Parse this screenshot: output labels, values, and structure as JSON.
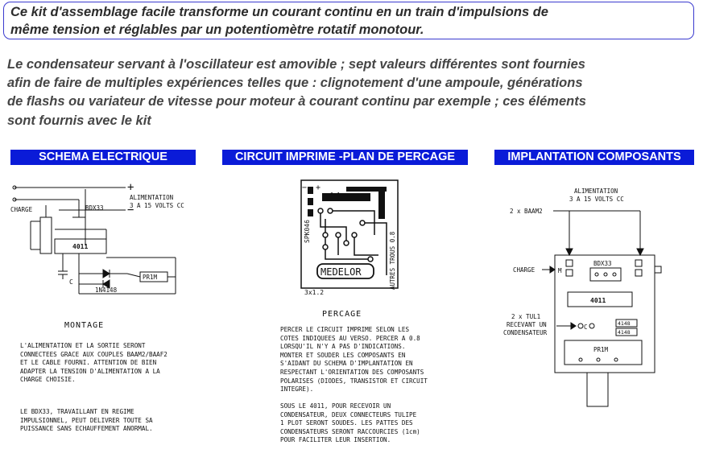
{
  "intro": {
    "line1": "Ce kit d'assemblage facile  transforme un courant continu en un train d'impulsions  de",
    "line2": "même tension et réglables par un potentiomètre rotatif monotour."
  },
  "description": {
    "line1": "Le condensateur servant à l'oscillateur est amovible ; sept valeurs différentes  sont fournies",
    "line2": "afin  de faire de multiples expériences telles que : clignotement d'une ampoule, générations",
    "line3": "de flashs ou  variateur de vitesse pour moteur à courant continu par exemple ; ces éléments",
    "line4": "sont fournis avec le kit"
  },
  "headers": {
    "schema": "SCHEMA  ELECTRIQUE",
    "circuit": "CIRCUIT IMPRIME -PLAN DE PERCAGE",
    "implantation": "IMPLANTATION COMPOSANTS"
  },
  "schema": {
    "charge": "CHARGE",
    "transistor": "BDX33",
    "supply1": "ALIMENTATION",
    "supply2": "3 A 15 VOLTS CC",
    "plus": "+",
    "minus": "−",
    "ic": "4011",
    "cap": "C",
    "pot": "PR1M",
    "diode": "1N4148",
    "montage": "MONTAGE",
    "note1": [
      "L'ALIMENTATION ET LA SORTIE SERONT",
      "CONNECTEES GRACE AUX COUPLES BAAM2/BAAF2",
      "ET LE CABLE FOURNI. ATTENTION DE BIEN",
      "ADAPTER LA TENSION D'ALIMENTATION A LA",
      "CHARGE CHOISIE."
    ],
    "note2": [
      "LE BDX33, TRAVAILLANT EN REGIME",
      "IMPULSIONNEL, PEUT DELIVRER TOUTE SA",
      "PUISSANCE SANS ECHAUFFEMENT ANORMAL."
    ]
  },
  "pcb": {
    "code": "SPK046",
    "brand": "MEDELOR",
    "holes": "AUTRES TROUS 0.8",
    "scale": "3x1.2",
    "marks": "1.1",
    "plus": "+",
    "minus": "−",
    "percage": "PERCAGE",
    "note1": [
      "PERCER LE CIRCUIT IMPRIME SELON LES",
      "COTES INDIQUEES AU VERSO. PERCER A 0.8",
      "LORSQU'IL N'Y A PAS D'INDICATIONS.",
      "MONTER ET SOUDER LES COMPOSANTS EN",
      "S'AIDANT DU SCHEMA D'IMPLANTATION EN",
      "RESPECTANT L'ORIENTATION DES COMPOSANTS",
      "POLARISES (DIODES, TRANSISTOR ET CIRCUIT",
      "INTEGRE)."
    ],
    "note2": [
      "SOUS LE 4011, POUR RECEVOIR UN",
      "CONDENSATEUR, DEUX CONNECTEURS TULIPE",
      "1 PLOT SERONT SOUDES. LES PATTES DES",
      "CONDENSATEURS SERONT RACCOURCIES (1cm)",
      "POUR FACILITER LEUR INSERTION."
    ]
  },
  "implantation": {
    "supply1": "ALIMENTATION",
    "supply2": "3 A 15 VOLTS CC",
    "baam": "2 x BAAM2",
    "charge": "CHARGE",
    "m": "M",
    "transistor": "BDX33",
    "ic": "4011",
    "tul1": "2 x TUL1",
    "tul2": "RECEVANT UN",
    "tul3": "CONDENSATEUR",
    "c": "C",
    "d1": "4148",
    "d2": "4148",
    "pot": "PR1M"
  }
}
